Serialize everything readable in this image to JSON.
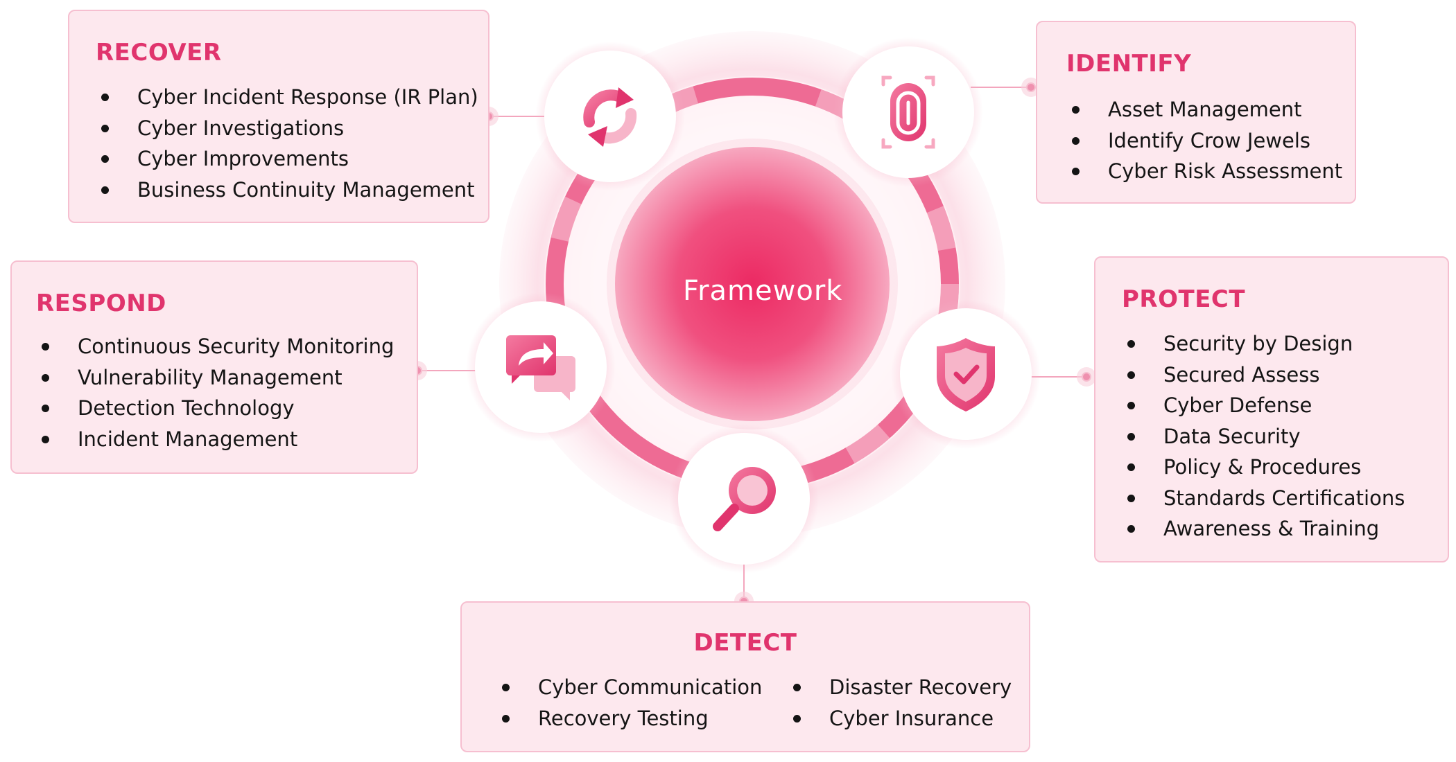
{
  "center": {
    "label": "Framework"
  },
  "recover": {
    "title": "RECOVER",
    "items": [
      "Cyber Incident Response (IR Plan)",
      "Cyber Investigations",
      "Cyber Improvements",
      "Business Continuity Management"
    ],
    "icon": "sync-arrows-icon"
  },
  "identify": {
    "title": "IDENTIFY",
    "items": [
      "Asset Management",
      "Identify Crow Jewels",
      "Cyber Risk Assessment"
    ],
    "icon": "fingerprint-icon"
  },
  "respond": {
    "title": "RESPOND",
    "items": [
      "Continuous Security Monitoring",
      "Vulnerability Management",
      "Detection Technology",
      "Incident Management"
    ],
    "icon": "chat-share-icon"
  },
  "protect": {
    "title": "PROTECT",
    "items": [
      "Security by Design",
      "Secured Assess",
      "Cyber Defense",
      "Data Security",
      "Policy & Procedures",
      "Standards Certifications",
      "Awareness & Training"
    ],
    "icon": "shield-check-icon"
  },
  "detect": {
    "title": "DETECT",
    "items_left": [
      "Cyber Communication",
      "Recovery Testing"
    ],
    "items_right": [
      "Disaster Recovery",
      "Cyber Insurance"
    ],
    "icon": "magnifier-icon"
  },
  "colors": {
    "accent": "#e0346d",
    "card_bg": "#fde8ee",
    "card_border": "#f6bfd0",
    "ring": "#ec5c8a"
  }
}
